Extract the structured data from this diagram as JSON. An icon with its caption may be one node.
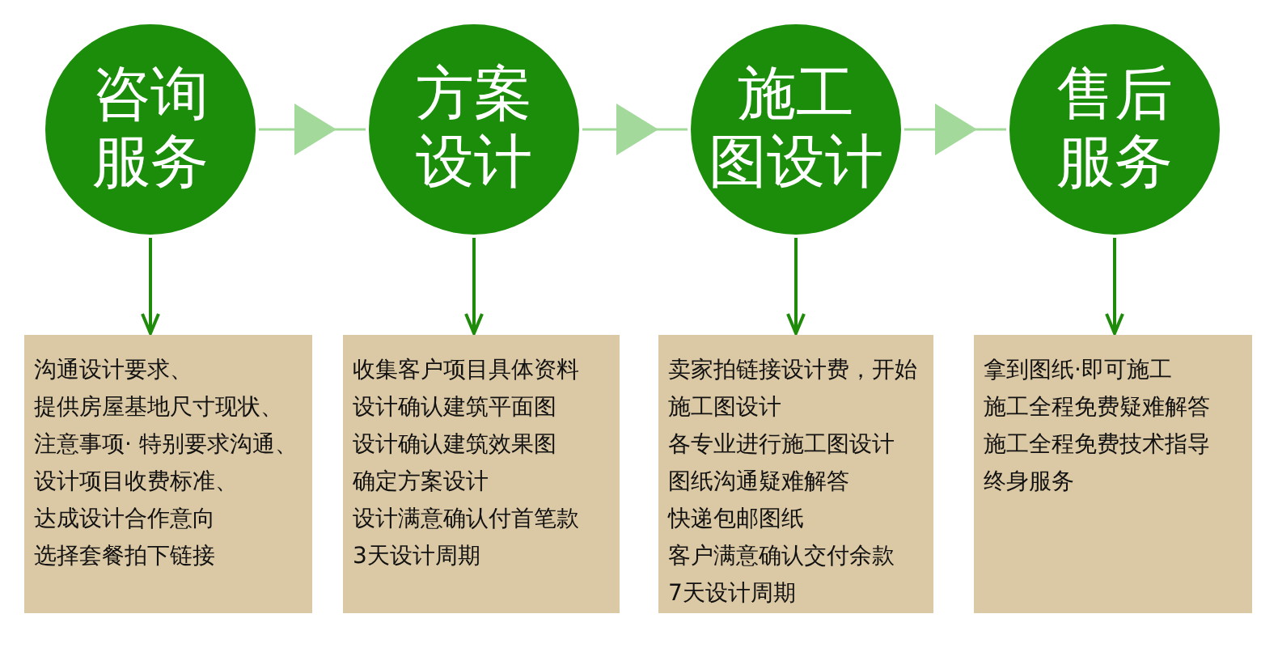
{
  "diagram": {
    "nodes": [
      {
        "text": [
          "咨询服务"
        ]
      },
      {
        "text": [
          "方案设计"
        ]
      },
      {
        "text": [
          "施工图设计"
        ]
      },
      {
        "text": [
          "售后服务"
        ]
      },
      {
        "text": [
          "沟通设计要求、",
          "提供房屋基地尺寸现状、",
          "注意事项· 特别要求沟通、",
          "设计项目收费标准、",
          "达成设计合作意向",
          "选择套餐拍下链接"
        ]
      },
      {
        "text": [
          "收集客户项目具体资料",
          "设计确认建筑平面图",
          "设计确认建筑效果图",
          "确定方案设计",
          "设计满意确认付首笔款",
          "3天设计周期"
        ]
      },
      {
        "text": [
          "卖家拍链接设计费，开始施工图设计",
          "各专业进行施工图设计",
          "图纸沟通疑难解答",
          "快递包邮图纸",
          "客户满意确认交付余款",
          "7天设计周期"
        ]
      },
      {
        "text": [
          "拿到图纸·即可施工",
          "施工全程免费疑难解答",
          "施工全程免费技术指导",
          "终身服务"
        ]
      }
    ],
    "edges": [
      {
        "from": 0,
        "to": 1,
        "arrow": "to",
        "color": "#a3d99b"
      },
      {
        "from": 1,
        "to": 2,
        "arrow": "to",
        "color": "#a3d99b"
      },
      {
        "from": 2,
        "to": 3,
        "arrow": "to",
        "color": "#a3d99b"
      },
      {
        "from": 0,
        "to": 4,
        "arrow": "to"
      },
      {
        "from": 1,
        "to": 5,
        "arrow": "to"
      },
      {
        "from": 2,
        "to": 6,
        "arrow": "to"
      },
      {
        "from": 3,
        "to": 7,
        "arrow": "to"
      }
    ]
  }
}
